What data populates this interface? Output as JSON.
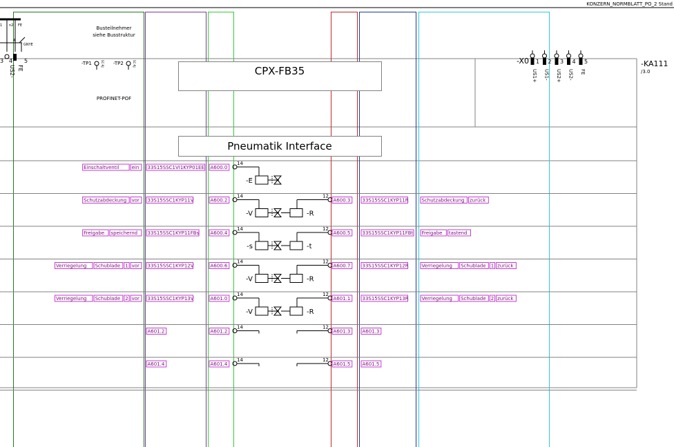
{
  "header": {
    "title": "KONZERN_NORMBLATT_PO_2  Stand"
  },
  "bus": {
    "participant_l1": "Busteilnehmer",
    "participant_l2": "siehe Busstruktur",
    "protocol": "PROFINET-POF"
  },
  "top_left": {
    "pin3": "3",
    "pin4": "4",
    "pin5": "5",
    "us2": "US2-",
    "fe": "FE",
    "gnye": "GNYE",
    "n1": "1",
    "n2": "n2",
    "fe2": "FE",
    "w1": "1",
    "w4": "4"
  },
  "ports": [
    {
      "name": "-TP1",
      "sub": "SC-RJ"
    },
    {
      "name": "-TP2",
      "sub": "SC-RJ"
    }
  ],
  "module": {
    "name": "CPX-FB35",
    "pneumatic": "Pneumatik Interface",
    "ref": "-KA111",
    "ref_page": "/3.0"
  },
  "x0": {
    "name": "-X0",
    "pins": [
      "1",
      "2",
      "3",
      "4",
      "5"
    ],
    "labels": [
      "US1+",
      "US1-",
      "US2+",
      "US2-",
      "FE"
    ]
  },
  "rows": [
    {
      "desc": [
        "Einschaltventil",
        "ein"
      ],
      "tag": "33S15SSC1VI1KYP01EE",
      "addr": "A600.0",
      "coil": "-E",
      "type": "single",
      "n14": "14"
    },
    {
      "desc": [
        "Schutzabdeckung",
        "vor"
      ],
      "tag": "33S15SSC1KYP11V",
      "addr": "A600.2",
      "coil": "-V",
      "type": "double",
      "n14": "14",
      "n12": "12",
      "addr2": "A600.3",
      "tag2": "33S15SSC1KYP11R",
      "desc2": [
        "Schutzabdeckung",
        "zurück"
      ],
      "coil2": "-R"
    },
    {
      "desc": [
        "Freigabe",
        "speichernd"
      ],
      "tag": "33S15SSC1KYP11FBs",
      "addr": "A600.4",
      "coil": "-s",
      "type": "double",
      "n14": "14",
      "n12": "12",
      "addr2": "A600.5",
      "tag2": "33S15SSC1KYP11FBt",
      "desc2": [
        "Freigabe",
        "tastend"
      ],
      "coil2": "-t"
    },
    {
      "desc": [
        "Verriegelung",
        "Schublade",
        "1",
        "vor"
      ],
      "tag": "33S15SSC1KYP12V",
      "addr": "A600.6",
      "coil": "-V",
      "type": "double",
      "n14": "14",
      "n12": "12",
      "addr2": "A600.7",
      "tag2": "33S15SSC1KYP12R",
      "desc2": [
        "Verriegelung",
        "Schublade",
        "1",
        "zurück"
      ],
      "coil2": "-R"
    },
    {
      "desc": [
        "Verriegelung",
        "Schublade",
        "2",
        "vor"
      ],
      "tag": "33S15SSC1KYP13V",
      "addr": "A601.0",
      "coil": "-V",
      "type": "double",
      "n14": "14",
      "n12": "12",
      "addr2": "A601.1",
      "tag2": "33S15SSC1KYP13R",
      "desc2": [
        "Verriegelung",
        "Schublade",
        "2",
        "zurück"
      ],
      "coil2": "-R"
    },
    {
      "desc": [],
      "tag": "A601.2",
      "addr": "A601.2",
      "coil": "",
      "type": "empty",
      "n14": "14",
      "n12": "12",
      "addr2": "A601.3",
      "tag2": "A601.3",
      "desc2": []
    },
    {
      "desc": [],
      "tag": "A601.4",
      "addr": "A601.4",
      "coil": "",
      "type": "empty",
      "n14": "14",
      "n12": "12",
      "addr2": "A601.5",
      "tag2": "A601.5",
      "desc2": []
    }
  ],
  "colors": {
    "green": "#1f7a1f",
    "purple": "#7b3a96",
    "light_green": "#33cc33",
    "red": "#c0282d",
    "blue": "#1f3a9a",
    "cyan": "#33c7d6",
    "frame": "#808080",
    "label_border": "#c53ad3",
    "label_text": "#7a0a7a"
  }
}
